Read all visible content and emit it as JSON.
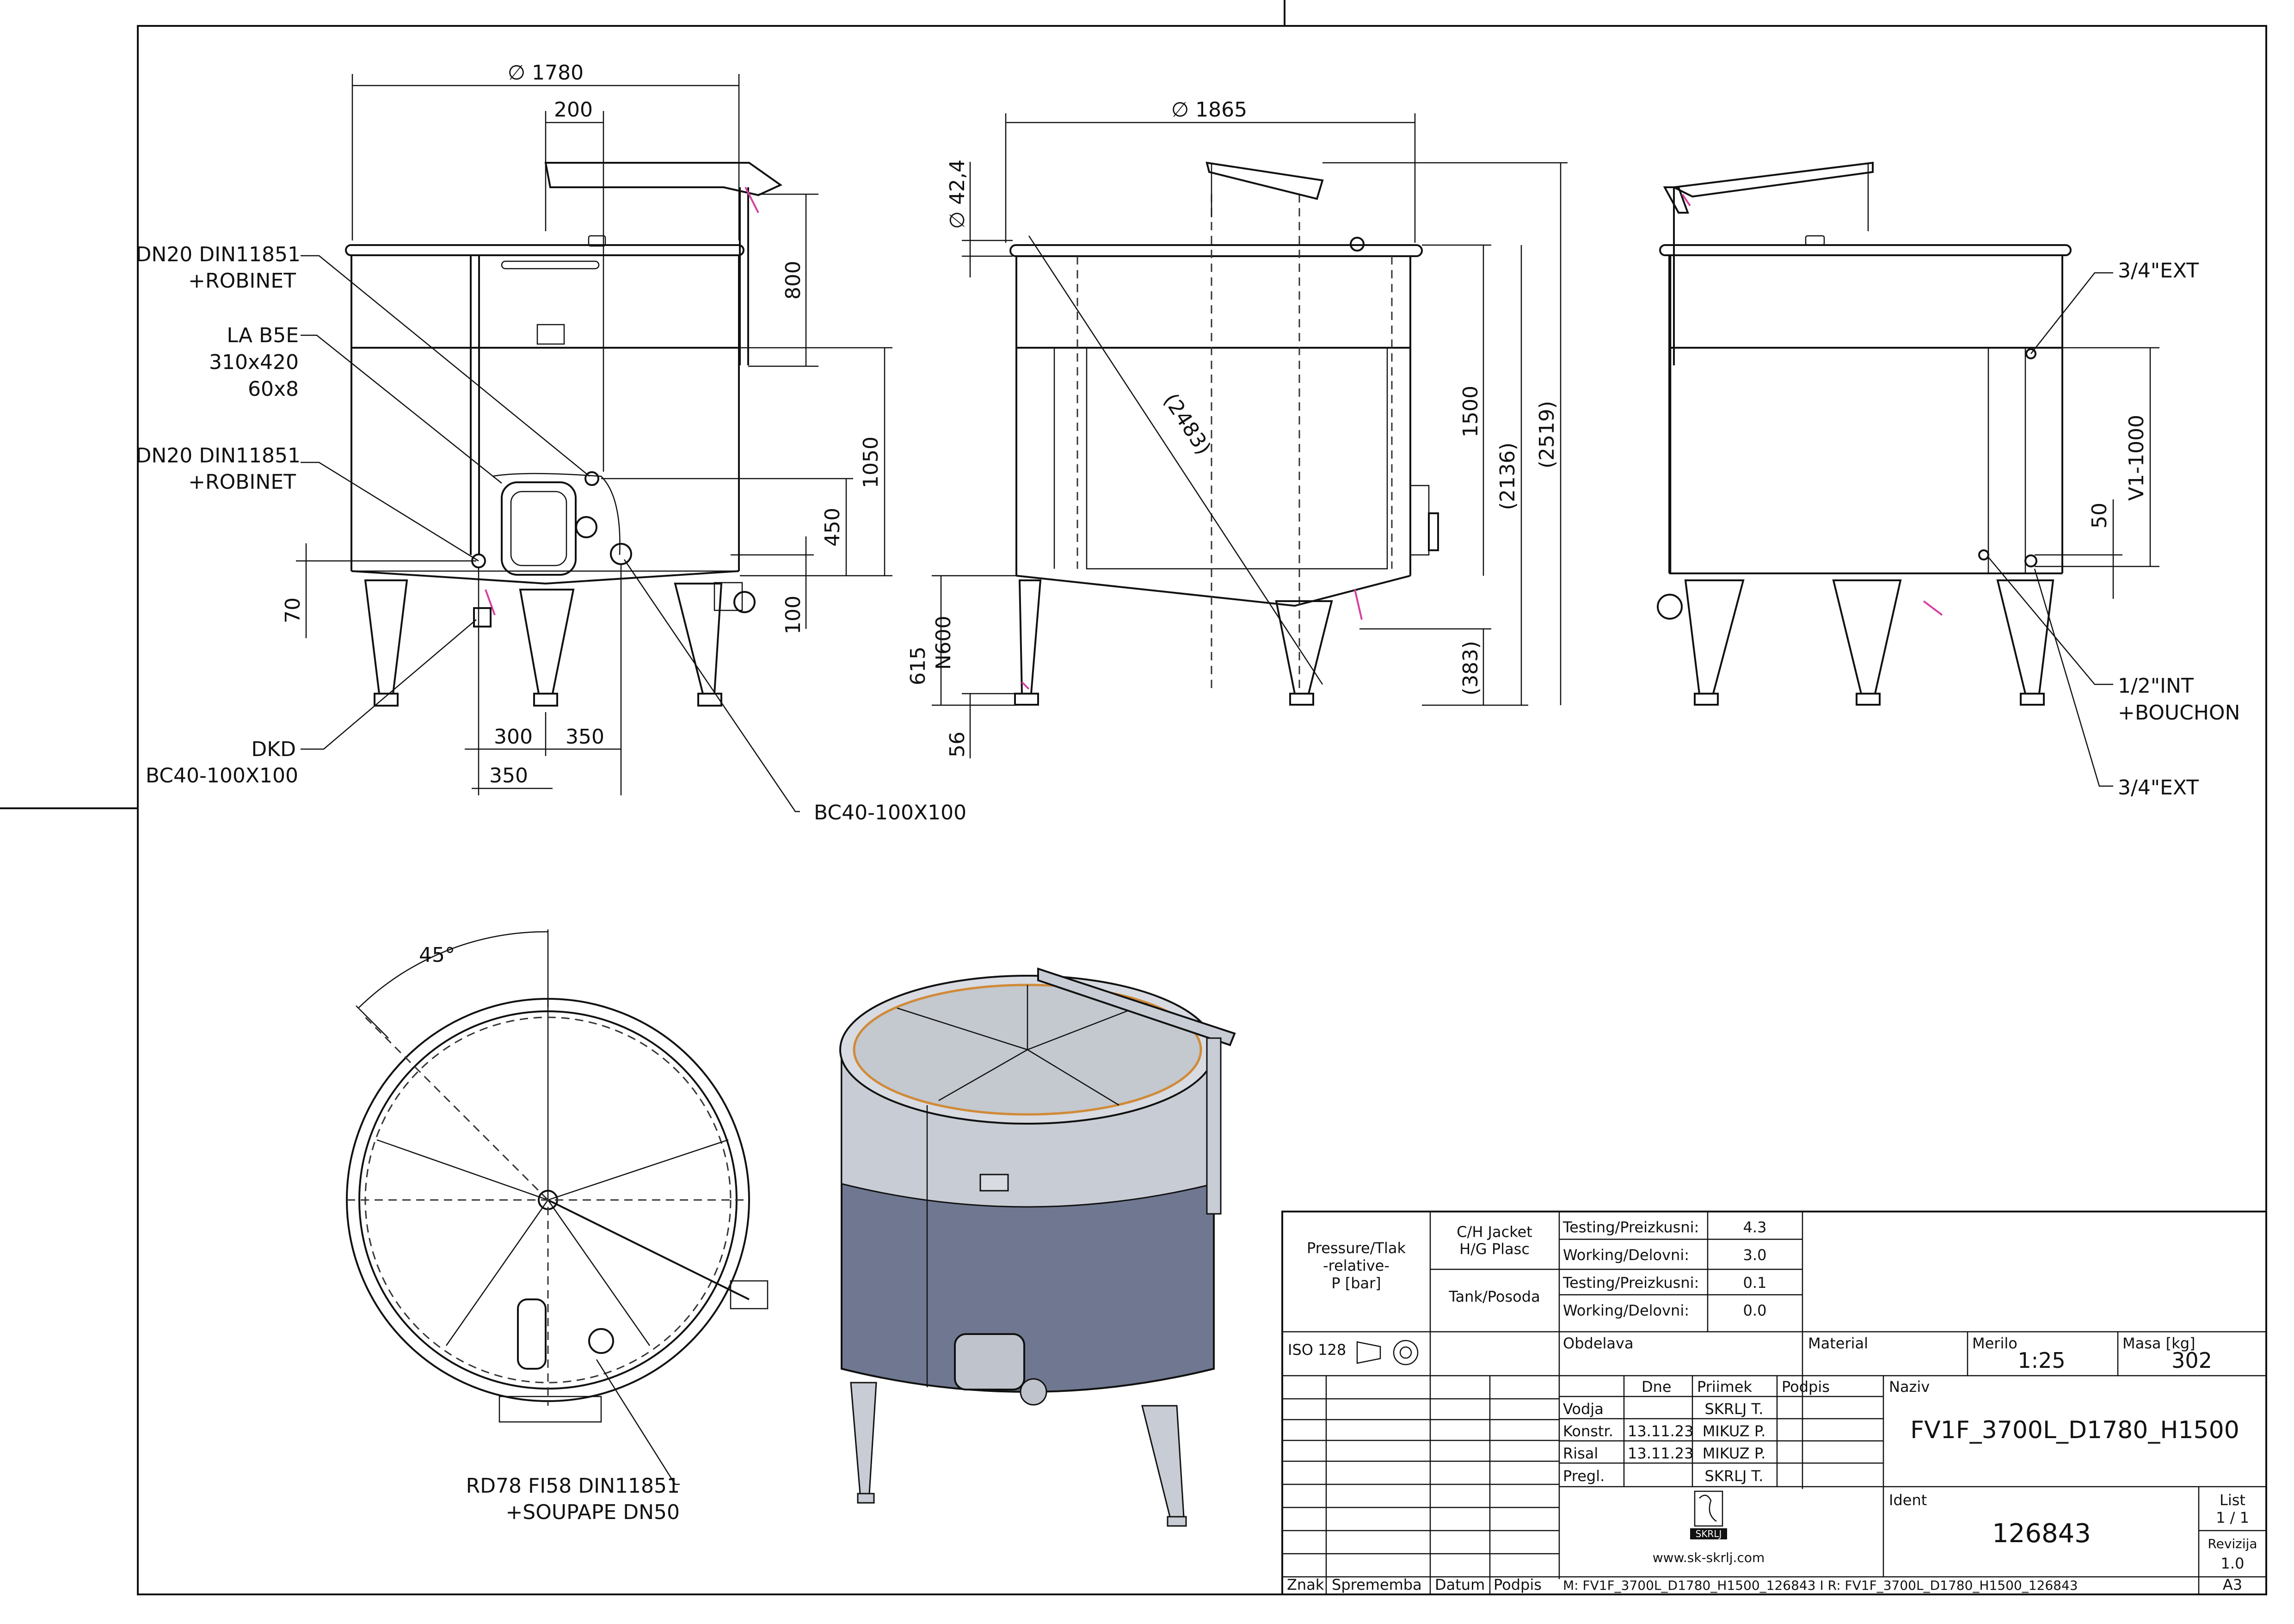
{
  "front_view": {
    "dim_diameter": "∅ 1780",
    "dim_200": "200",
    "dim_800": "800",
    "dim_1050": "1050",
    "dim_450": "450",
    "dim_70": "70",
    "dim_100": "100",
    "dim_300": "300",
    "dim_350a": "350",
    "dim_350b": "350",
    "label_dn20_top_1": "DN20 DIN11851",
    "label_dn20_top_2": "+ROBINET",
    "label_la_1": "LA B5E",
    "label_la_2": "310x420",
    "label_la_3": "60x8",
    "label_dn20_bot_1": "DN20 DIN11851",
    "label_dn20_bot_2": "+ROBINET",
    "label_dkd_1": "DKD",
    "label_dkd_2": "BC40-100X100",
    "label_bc40": "BC40-100X100"
  },
  "side_view": {
    "dim_diameter": "∅ 1865",
    "dim_42": "∅ 42,4",
    "dim_1500": "1500",
    "dim_2136": "(2136)",
    "dim_2519": "(2519)",
    "dim_2483": "(2483)",
    "dim_383": "(383)",
    "dim_615": "615",
    "dim_n600": "N600",
    "dim_56": "56"
  },
  "right_view": {
    "label_ext_top": "3/4\"EXT",
    "label_v1": "V1-1000",
    "label_50": "50",
    "label_int_1": "1/2\"INT",
    "label_int_2": "+BOUCHON",
    "label_ext_bot": "3/4\"EXT"
  },
  "top_view": {
    "angle": "45°",
    "label_rd_1": "RD78 FI58 DIN11851",
    "label_rd_2": "+SOUPAPE DN50"
  },
  "title_block": {
    "pressure_1": "Pressure/Tlak",
    "pressure_2": "-relative-",
    "pressure_3": "P [bar]",
    "jacket_1": "C/H Jacket",
    "jacket_2": "H/G Plasc",
    "tank": "Tank/Posoda",
    "testing_1": "Testing/Preizkusni:",
    "working_1": "Working/Delovni:",
    "testing_2": "Testing/Preizkusni:",
    "working_2": "Working/Delovni:",
    "val_testing_1": "4.3",
    "val_working_1": "3.0",
    "val_testing_2": "0.1",
    "val_working_2": "0.0",
    "iso": "ISO 128",
    "obdelava": "Obdelava",
    "material": "Material",
    "merilo_label": "Merilo",
    "merilo": "1:25",
    "masa_label": "Masa [kg]",
    "masa": "302",
    "dne": "Dne",
    "priimek": "Priimek",
    "podpis": "Podpis",
    "naziv_label": "Naziv",
    "naziv": "FV1F_3700L_D1780_H1500",
    "vodja": "Vodja",
    "konstr": "Konstr.",
    "risal": "Risal",
    "pregl": "Pregl.",
    "date_konstr": "13.11.23",
    "date_risal": "13.11.23",
    "name_vodja": "SKRLJ T.",
    "name_konstr": "MIKUZ P.",
    "name_risal": "MIKUZ P.",
    "name_pregl": "SKRLJ T.",
    "ident_label": "Ident",
    "ident": "126843",
    "list_label": "List",
    "list": "1 / 1",
    "revizija_label": "Revizija",
    "revizija": "1.0",
    "logo_word": "SKRLJ",
    "website": "www.sk-skrlj.com",
    "znak": "Znak",
    "sprememba": "Sprememba",
    "datum": "Datum",
    "podpis2": "Podpis",
    "files": "M: FV1F_3700L_D1780_H1500_126843 I R: FV1F_3700L_D1780_H1500_126843",
    "format": "A3"
  },
  "colors": {
    "line": "#111111",
    "accent": "#d6409f",
    "tank_top": "#c8ccd4",
    "tank_band": "#6f7890"
  }
}
